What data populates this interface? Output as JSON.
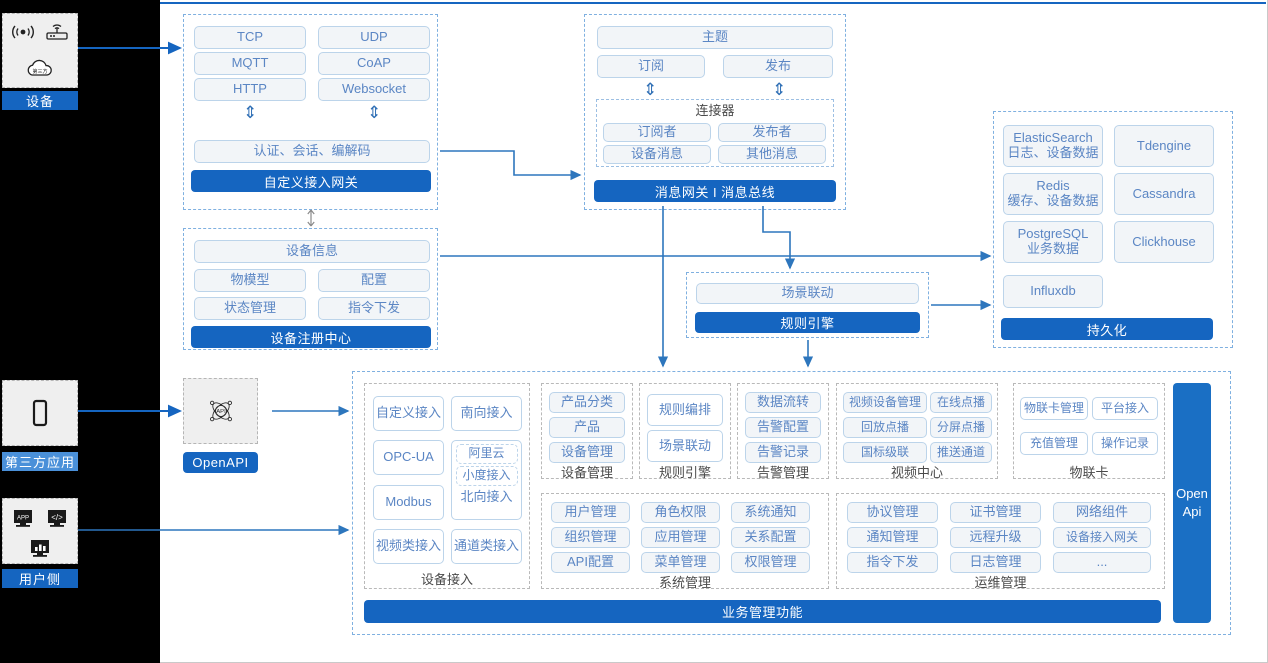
{
  "theme": {
    "accent": "#1565c0",
    "chip_border": "#bcd4ea",
    "chip_text": "#5b86c4",
    "chip_bg": "#f2f5f8",
    "group_border": "#7fb0e0",
    "rail_bg": "#efefef",
    "canvas_bg": "#ffffff",
    "page_bg": "#000000"
  },
  "rail": {
    "device": {
      "label": "设备",
      "icons": [
        "signal-icon",
        "router-icon",
        "cloud-icon"
      ]
    },
    "third_party": {
      "label": "第三方应用",
      "icons": [
        "mobile-phone-icon"
      ]
    },
    "user_side": {
      "label": "用户侧",
      "icons": [
        "app-monitor-icon",
        "code-monitor-icon",
        "chart-monitor-icon"
      ]
    }
  },
  "gateway": {
    "protocols": [
      "TCP",
      "UDP",
      "MQTT",
      "CoAP",
      "HTTP",
      "Websocket"
    ],
    "middle": "认证、会话、编解码",
    "title": "自定义接入网关"
  },
  "message_bus": {
    "topic": "主题",
    "subscribe": "订阅",
    "publish": "发布",
    "connector_title": "连接器",
    "connector_items": [
      "订阅者",
      "发布者",
      "设备消息",
      "其他消息"
    ],
    "title": "消息网关 I 消息总线"
  },
  "registry": {
    "header": "设备信息",
    "items": [
      "物模型",
      "配置",
      "状态管理",
      "指令下发"
    ],
    "title": "设备注册中心"
  },
  "rule_engine": {
    "header": "场景联动",
    "title": "规则引擎"
  },
  "persistence": {
    "stores": [
      {
        "name": "ElasticSearch",
        "sub": "日志、设备数据"
      },
      {
        "name": "Tdengine",
        "sub": ""
      },
      {
        "name": "Redis",
        "sub": "缓存、设备数据"
      },
      {
        "name": "Cassandra",
        "sub": ""
      },
      {
        "name": "PostgreSQL",
        "sub": "业务数据"
      },
      {
        "name": "Clickhouse",
        "sub": ""
      },
      {
        "name": "Influxdb",
        "sub": ""
      }
    ],
    "title": "持久化"
  },
  "openapi": {
    "label": "OpenAPI",
    "icon": "api-atom-icon",
    "strip_label": "Open\nApi"
  },
  "business": {
    "device_access": {
      "caption": "设备接入",
      "left": [
        "自定义接入",
        "OPC-UA",
        "Modbus",
        "视频类接入"
      ],
      "right_top": "南向接入",
      "right_inner": [
        "阿里云",
        "小度接入"
      ],
      "right_mid": "北向接入",
      "right_bottom": "通道类接入"
    },
    "device_manage": {
      "caption": "设备管理",
      "items": [
        "产品分类",
        "产品",
        "设备管理"
      ]
    },
    "rule_engine": {
      "caption": "规则引擎",
      "items": [
        "规则编排",
        "场景联动"
      ]
    },
    "alarm": {
      "caption": "告警管理",
      "items": [
        "数据流转",
        "告警配置",
        "告警记录"
      ]
    },
    "video": {
      "caption": "视频中心",
      "items": [
        "视频设备管理",
        "在线点播",
        "回放点播",
        "分屏点播",
        "国标级联",
        "推送通道"
      ]
    },
    "iot_card": {
      "caption": "物联卡",
      "items": [
        "物联卡管理",
        "平台接入",
        "充值管理",
        "操作记录"
      ]
    },
    "system": {
      "caption": "系统管理",
      "items": [
        "用户管理",
        "角色权限",
        "系统通知",
        "组织管理",
        "应用管理",
        "关系配置",
        "API配置",
        "菜单管理",
        "权限管理"
      ]
    },
    "ops": {
      "caption": "运维管理",
      "items": [
        "协议管理",
        "证书管理",
        "网络组件",
        "通知管理",
        "远程升级",
        "设备接入网关",
        "指令下发",
        "日志管理",
        "..."
      ]
    },
    "footer": "业务管理功能"
  }
}
